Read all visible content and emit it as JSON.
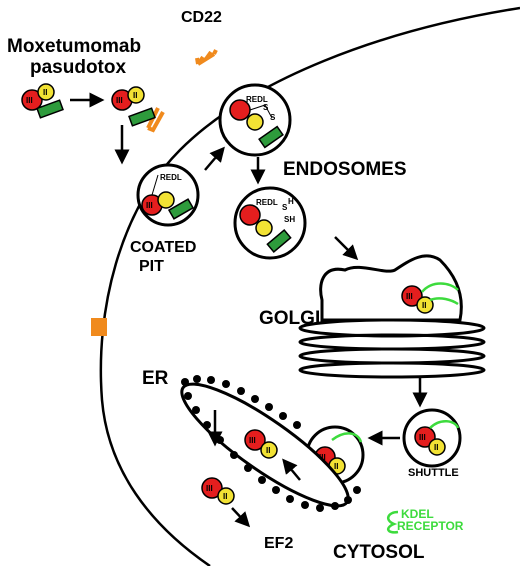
{
  "labels": {
    "drug": [
      "Moxetumomab",
      "pasudotox"
    ],
    "cd22": "CD22",
    "endosomes": "ENDOSOMES",
    "coated_pit": [
      "COATED",
      "PIT"
    ],
    "golgi": "GOLGI",
    "er": "ER",
    "shuttle": "SHUTTLE",
    "kdel_receptor": [
      "KDEL",
      "RECEPTOR"
    ],
    "ef2": "EF2",
    "cytosol": "CYTOSOL",
    "redl": "REDL",
    "domain_iii": "III",
    "domain_ii": "II",
    "disulfide_s": "S",
    "reduced_sh": [
      "S",
      "H",
      "SH"
    ]
  },
  "colors": {
    "domain_iii": "#e41e1e",
    "domain_ii": "#f2e234",
    "antibody": "#2e9b3c",
    "cd22": "#f08a1d",
    "kdel_receptor": "#3ddb3d",
    "membrane": "#000000"
  }
}
